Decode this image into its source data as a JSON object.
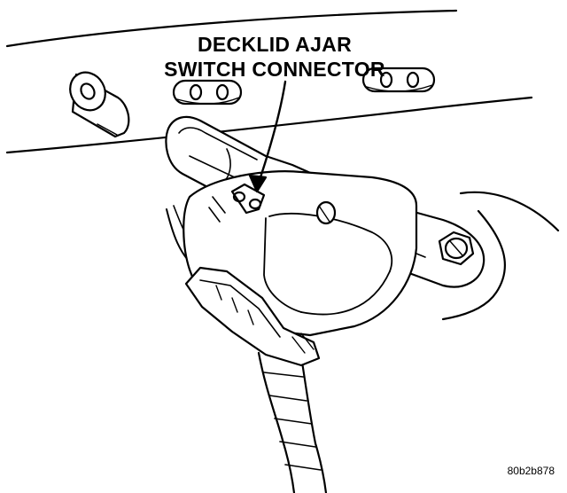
{
  "callout": {
    "line1": "DECKLID AJAR",
    "line2": "SWITCH CONNECTOR"
  },
  "figure_code": "80b2b878",
  "colors": {
    "ink": "#000000",
    "paper": "#ffffff"
  }
}
